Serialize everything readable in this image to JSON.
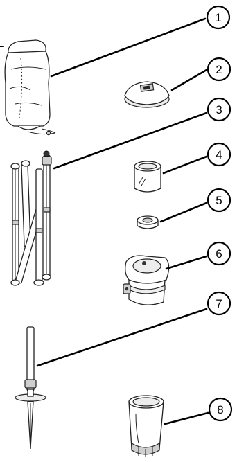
{
  "diagram": {
    "callouts": [
      {
        "id": "1",
        "label": "1",
        "part": "storage-bag"
      },
      {
        "id": "2",
        "label": "2",
        "part": "top-cap"
      },
      {
        "id": "3",
        "label": "3",
        "part": "folding-pole"
      },
      {
        "id": "4",
        "label": "4",
        "part": "clear-cylinder"
      },
      {
        "id": "5",
        "label": "5",
        "part": "ring"
      },
      {
        "id": "6",
        "label": "6",
        "part": "funnel-housing"
      },
      {
        "id": "7",
        "label": "7",
        "part": "ground-spike"
      },
      {
        "id": "8",
        "label": "8",
        "part": "base-cup"
      }
    ],
    "colors": {
      "line": "#000000",
      "fill": "#ffffff",
      "shade": "#cfcfcf"
    }
  }
}
